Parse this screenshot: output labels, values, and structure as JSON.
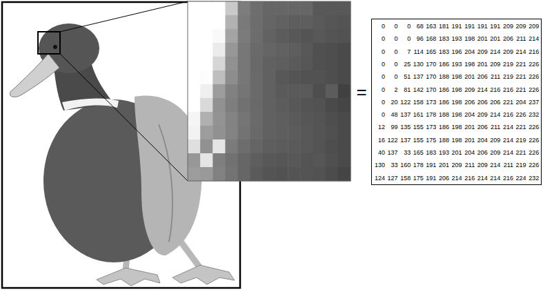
{
  "diagram": {
    "labels": [
      "0",
      "0",
      "0",
      "68",
      "163",
      "181",
      "191",
      "191",
      "191",
      "191",
      "209",
      "209",
      "209",
      "0",
      "0",
      "0",
      "96",
      "168",
      "183",
      "193",
      "198",
      "201",
      "201",
      "206",
      "211",
      "214",
      "0",
      "0",
      "7",
      "114",
      "165",
      "183",
      "196",
      "204",
      "209",
      "214",
      "209",
      "214",
      "216",
      "0",
      "0",
      "25",
      "130",
      "170",
      "186",
      "193",
      "198",
      "201",
      "209",
      "219",
      "221",
      "226",
      "0",
      "0",
      "51",
      "137",
      "170",
      "188",
      "198",
      "201",
      "206",
      "211",
      "219",
      "221",
      "226",
      "0",
      "2",
      "81",
      "142",
      "170",
      "186",
      "198",
      "209",
      "214",
      "216",
      "216",
      "221",
      "226",
      "0",
      "20",
      "122",
      "158",
      "173",
      "186",
      "198",
      "206",
      "206",
      "206",
      "221",
      "204",
      "237",
      "0",
      "48",
      "137",
      "161",
      "178",
      "188",
      "198",
      "204",
      "209",
      "214",
      "216",
      "226",
      "232",
      "12",
      "99",
      "135",
      "155",
      "173",
      "186",
      "198",
      "201",
      "206",
      "211",
      "214",
      "221",
      "226",
      "16",
      "122",
      "137",
      "155",
      "175",
      "188",
      "198",
      "201",
      "204",
      "209",
      "214",
      "219",
      "226",
      "40",
      "137",
      "33",
      "165",
      "183",
      "193",
      "201",
      "204",
      "206",
      "209",
      "214",
      "221",
      "226",
      "130",
      "33",
      "160",
      "178",
      "191",
      "201",
      "209",
      "211",
      "209",
      "214",
      "211",
      "219",
      "226",
      "124",
      "127",
      "158",
      "175",
      "191",
      "206",
      "214",
      "216",
      "214",
      "214",
      "216",
      "224",
      "232",
      "="
    ]
  }
}
